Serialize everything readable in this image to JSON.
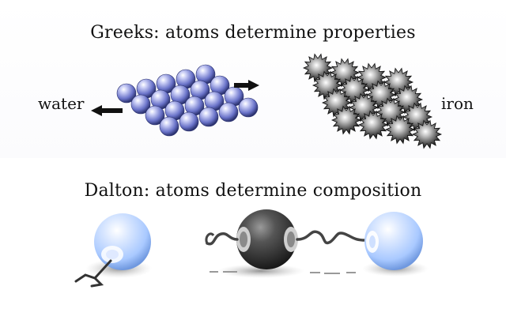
{
  "headings": {
    "greeks": "Greeks: atoms determine properties",
    "dalton": "Dalton: atoms determine composition"
  },
  "labels": {
    "water": "water",
    "iron": "iron"
  },
  "colors": {
    "water_atom": "#6a73c9",
    "iron_atom": "#4a4a4a",
    "light_atom": "#a9c9ff",
    "dark_atom": "#2e2e2e"
  },
  "icons": [
    "arrow-left-icon",
    "arrow-right-icon",
    "hook-icon"
  ]
}
